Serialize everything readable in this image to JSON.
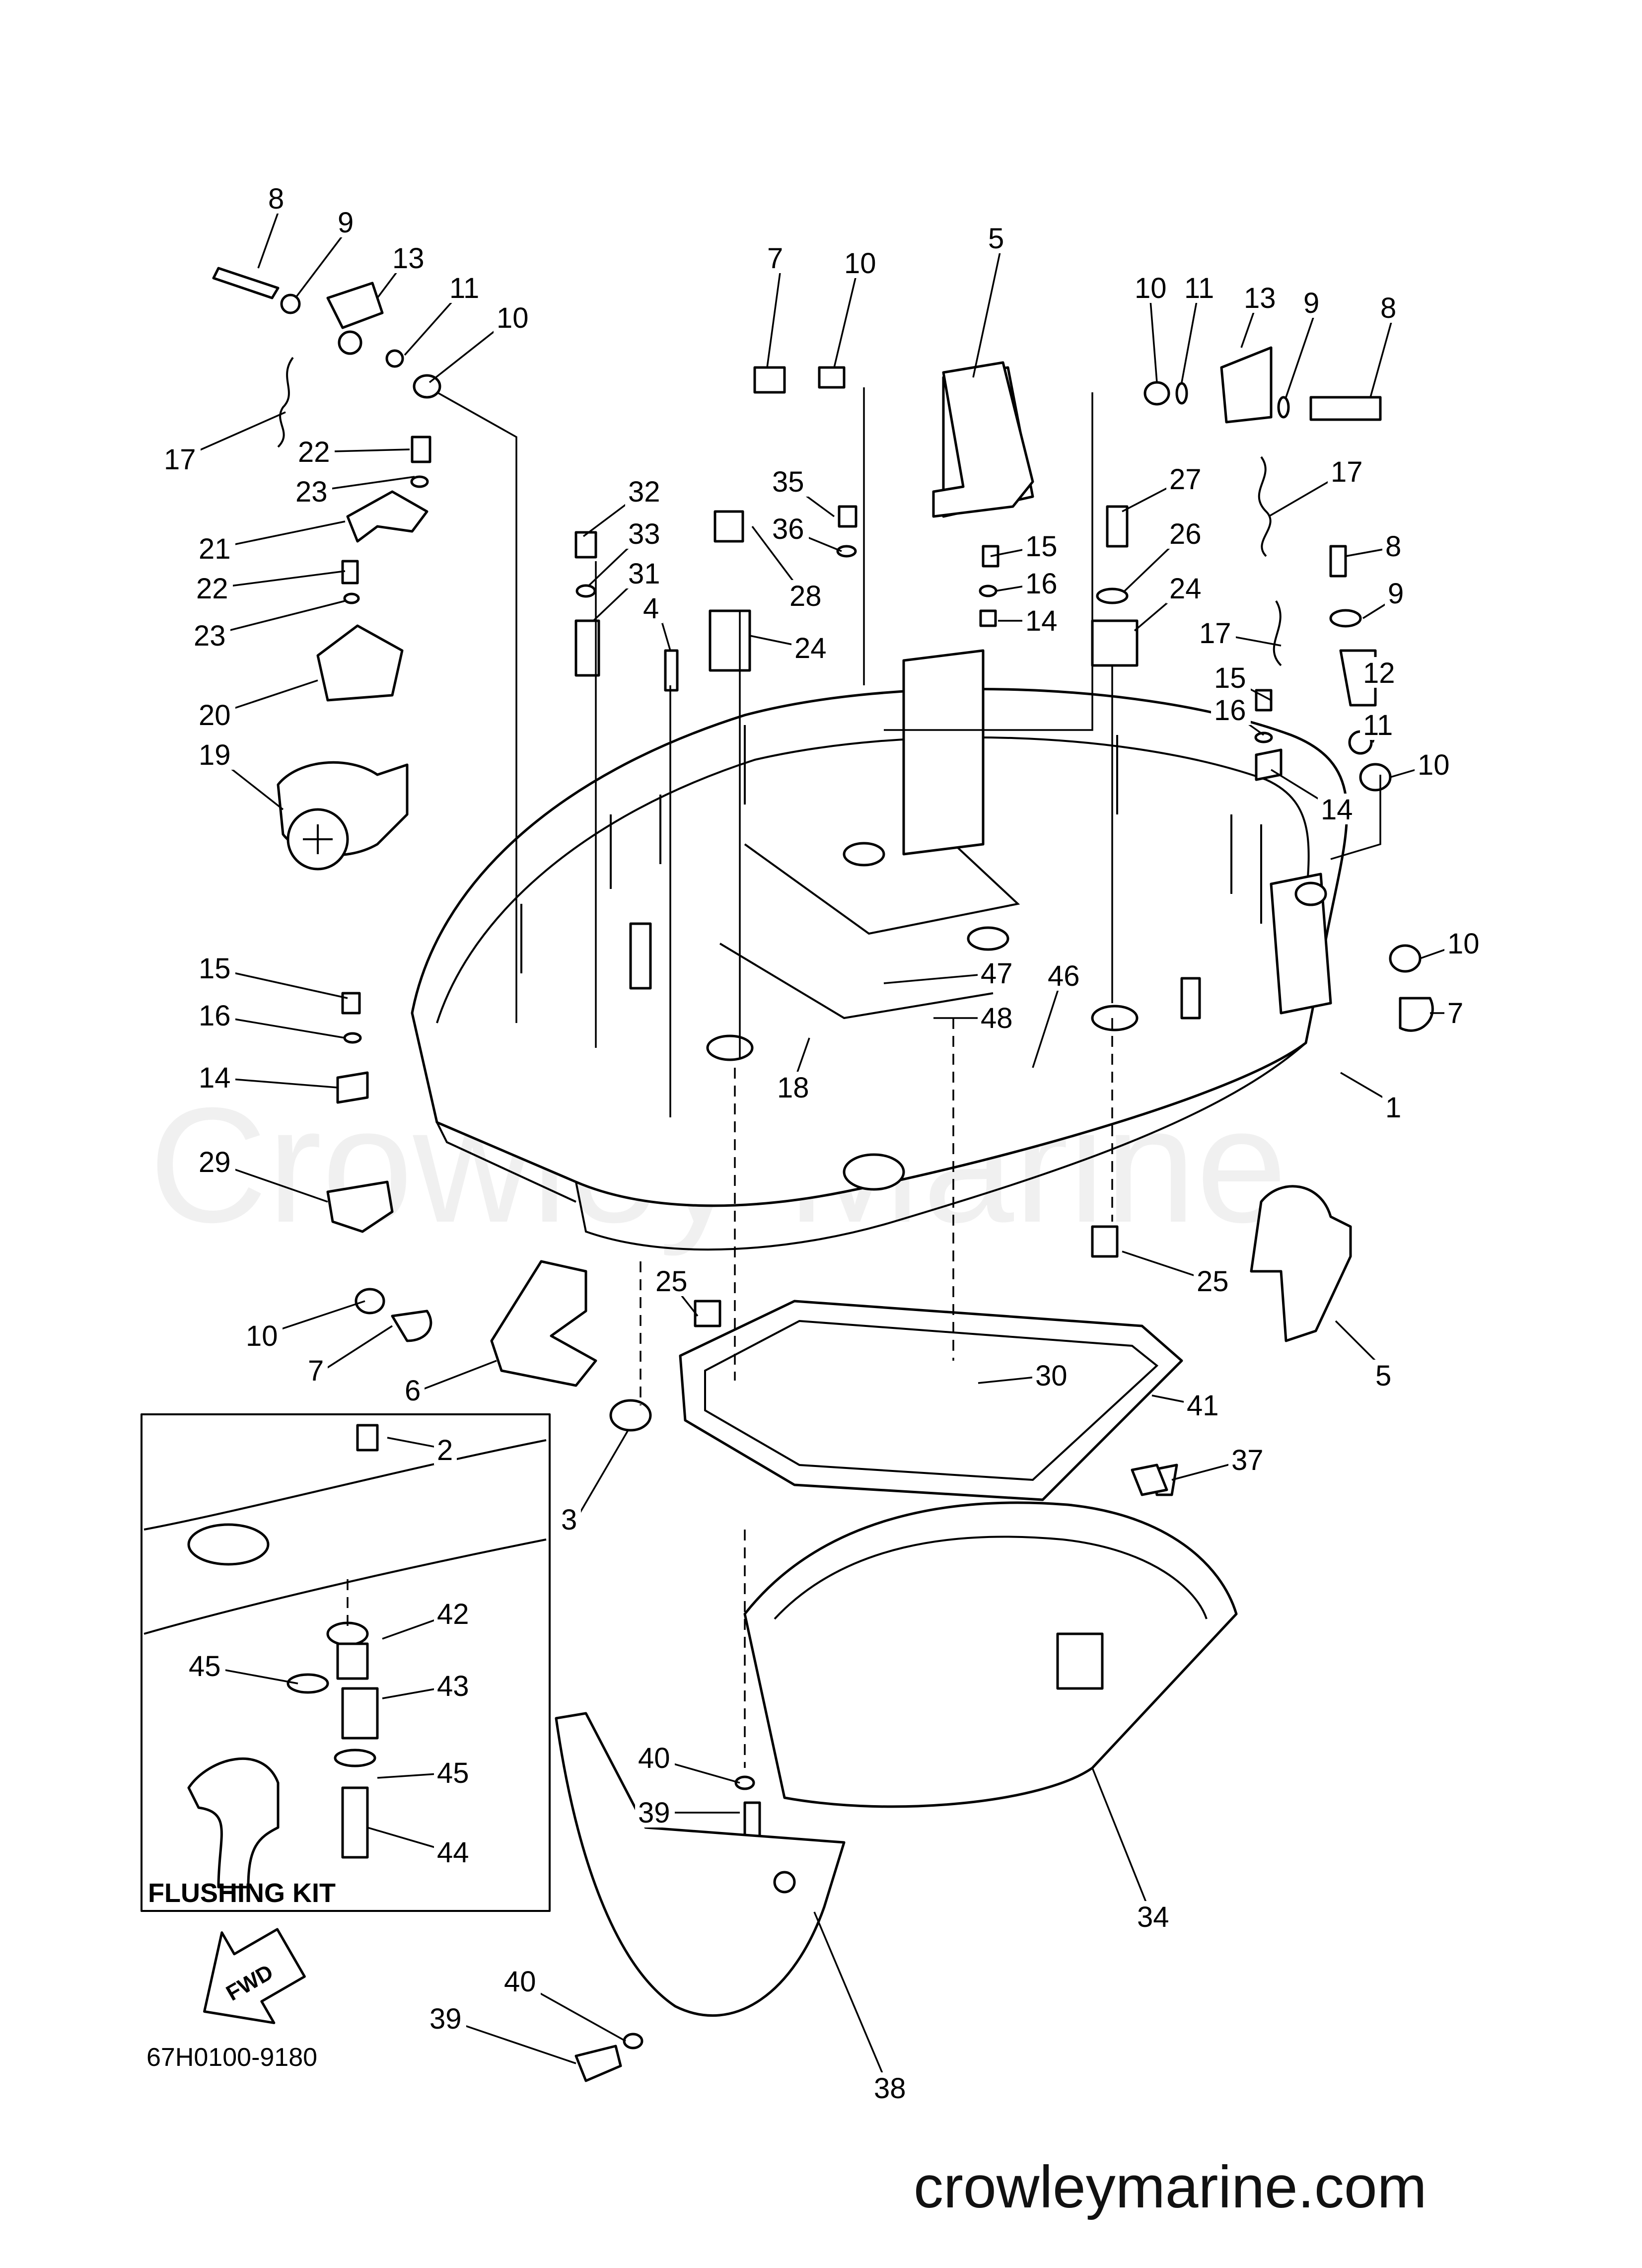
{
  "watermark": "Crowley Marine",
  "footer_site": "crowleymarine.com",
  "diagram_code": "67H0100-9180",
  "flushing_kit_label": "FLUSHING KIT",
  "fwd_label": "FWD",
  "callouts": [
    {
      "n": "8"
    },
    {
      "n": "9"
    },
    {
      "n": "13"
    },
    {
      "n": "11"
    },
    {
      "n": "10"
    },
    {
      "n": "17"
    },
    {
      "n": "22"
    },
    {
      "n": "23"
    },
    {
      "n": "21"
    },
    {
      "n": "22"
    },
    {
      "n": "23"
    },
    {
      "n": "20"
    },
    {
      "n": "19"
    },
    {
      "n": "32"
    },
    {
      "n": "33"
    },
    {
      "n": "31"
    },
    {
      "n": "4"
    },
    {
      "n": "7"
    },
    {
      "n": "10"
    },
    {
      "n": "5"
    },
    {
      "n": "35"
    },
    {
      "n": "36"
    },
    {
      "n": "28"
    },
    {
      "n": "24"
    },
    {
      "n": "15"
    },
    {
      "n": "16"
    },
    {
      "n": "14"
    },
    {
      "n": "10"
    },
    {
      "n": "11"
    },
    {
      "n": "13"
    },
    {
      "n": "9"
    },
    {
      "n": "8"
    },
    {
      "n": "17"
    },
    {
      "n": "27"
    },
    {
      "n": "26"
    },
    {
      "n": "24"
    },
    {
      "n": "8"
    },
    {
      "n": "9"
    },
    {
      "n": "17"
    },
    {
      "n": "12"
    },
    {
      "n": "15"
    },
    {
      "n": "11"
    },
    {
      "n": "16"
    },
    {
      "n": "10"
    },
    {
      "n": "14"
    },
    {
      "n": "10"
    },
    {
      "n": "7"
    },
    {
      "n": "1"
    },
    {
      "n": "47"
    },
    {
      "n": "46"
    },
    {
      "n": "48"
    },
    {
      "n": "18"
    },
    {
      "n": "15"
    },
    {
      "n": "16"
    },
    {
      "n": "14"
    },
    {
      "n": "29"
    },
    {
      "n": "25"
    },
    {
      "n": "25"
    },
    {
      "n": "10"
    },
    {
      "n": "7"
    },
    {
      "n": "6"
    },
    {
      "n": "30"
    },
    {
      "n": "41"
    },
    {
      "n": "5"
    },
    {
      "n": "3"
    },
    {
      "n": "37"
    },
    {
      "n": "2"
    },
    {
      "n": "42"
    },
    {
      "n": "45"
    },
    {
      "n": "43"
    },
    {
      "n": "45"
    },
    {
      "n": "44"
    },
    {
      "n": "40"
    },
    {
      "n": "39"
    },
    {
      "n": "34"
    },
    {
      "n": "40"
    },
    {
      "n": "39"
    },
    {
      "n": "38"
    }
  ]
}
